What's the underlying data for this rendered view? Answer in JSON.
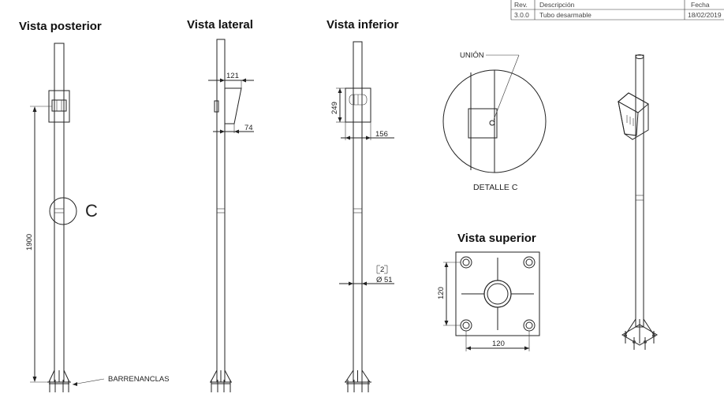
{
  "revision_table": {
    "headers": [
      "Rev.",
      "Descripción",
      "Fecha"
    ],
    "row": [
      "3.0.0",
      "Tubo desarmable",
      "18/02/2019"
    ]
  },
  "views": {
    "posterior": "Vista posterior",
    "lateral": "Vista lateral",
    "inferior": "Vista inferior",
    "superior": "Vista superior"
  },
  "dimensions": {
    "height": "1900",
    "box_depth_top": "121",
    "box_depth_bottom": "74",
    "box_height": "249",
    "box_width": "156",
    "thickness": "2",
    "diameter": "Ø 51",
    "base_v": "120",
    "base_h": "120"
  },
  "labels": {
    "detail_marker": "C",
    "union": "UNIÓN",
    "detail_caption": "DETALLE C",
    "anchors": "BARRENANCLAS"
  }
}
